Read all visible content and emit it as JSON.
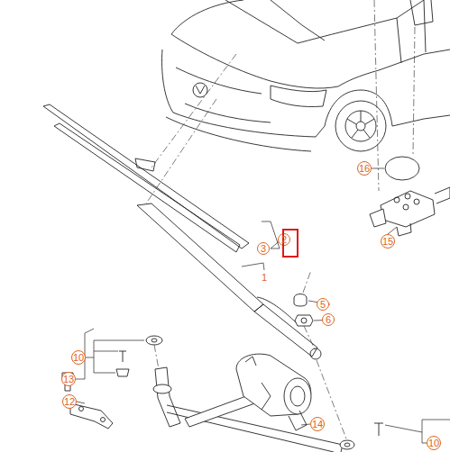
{
  "diagram": {
    "labels": [
      "16",
      "15",
      "2",
      "3",
      "1",
      "5",
      "6",
      "10",
      "13",
      "12",
      "14",
      "10"
    ]
  }
}
